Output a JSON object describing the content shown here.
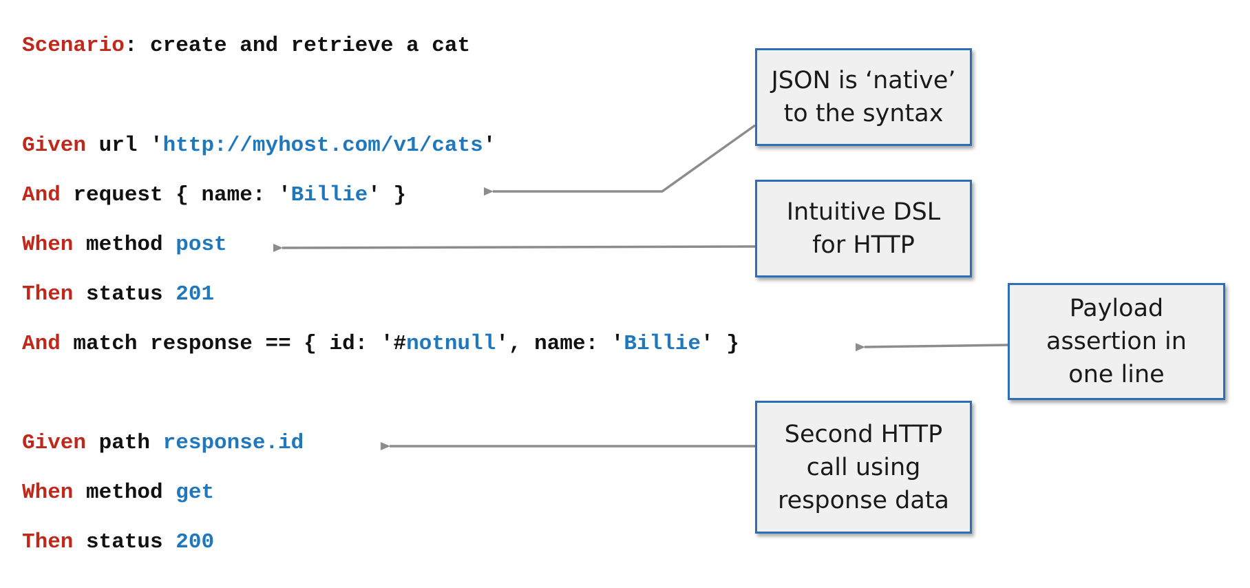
{
  "code": {
    "scenario": {
      "keyword": "Scenario",
      "rest": ": create and retrieve a cat"
    },
    "line_given_url": {
      "keyword": "Given",
      "text": " url '",
      "value": "http://myhost.com/v1/cats",
      "tail": "'"
    },
    "line_request": {
      "keyword": "And",
      "text": " request { name: '",
      "value": "Billie",
      "tail": "' }"
    },
    "line_method_post": {
      "keyword": "When",
      "text": " method ",
      "value": "post"
    },
    "line_status_201": {
      "keyword": "Then",
      "text": " status ",
      "value": "201"
    },
    "line_match": {
      "keyword": "And",
      "text1": " match response == { id: '#",
      "value1": "notnull",
      "text2": "', name: '",
      "value2": "Billie",
      "tail": "' }"
    },
    "line_given_path": {
      "keyword": "Given",
      "text": " path ",
      "value": "response.id"
    },
    "line_method_get": {
      "keyword": "When",
      "text": " method ",
      "value": "get"
    },
    "line_status_200": {
      "keyword": "Then",
      "text": " status ",
      "value": "200"
    }
  },
  "callouts": {
    "json_native": {
      "line1": "JSON is ‘native’",
      "line2": "to the syntax"
    },
    "intuitive_dsl": {
      "line1": "Intuitive DSL",
      "line2": "for HTTP"
    },
    "payload_assertion": {
      "line1": "Payload",
      "line2": "assertion in",
      "line3": "one line"
    },
    "second_call": {
      "line1": "Second HTTP",
      "line2": "call using",
      "line3": "response data"
    }
  },
  "colors": {
    "keyword": "#c0281c",
    "value": "#1f78be",
    "text": "#111111",
    "callout_border": "#2a6fb8",
    "callout_fill": "#f0f0f0",
    "arrow": "#8c8c8c"
  }
}
